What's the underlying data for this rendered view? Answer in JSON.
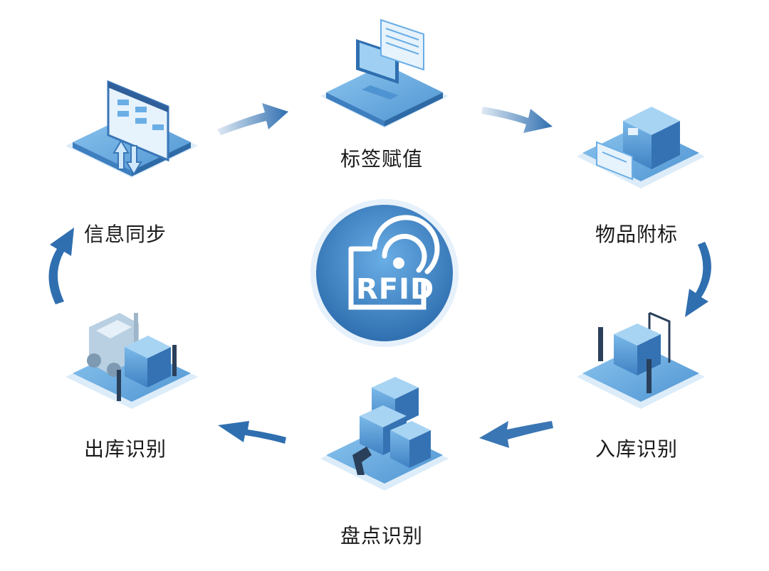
{
  "center": {
    "badge_text": "RFID"
  },
  "steps": {
    "tag_assign": "标签赋值",
    "item_attach": "物品附标",
    "inbound": "入库识别",
    "inventory": "盘点识别",
    "outbound": "出库识别",
    "info_sync": "信息同步"
  },
  "colors": {
    "primary": "#2f6fb0",
    "light": "#8fc3ea",
    "platform": "#5fa3db",
    "badge_bg": "#4a8fcf"
  }
}
